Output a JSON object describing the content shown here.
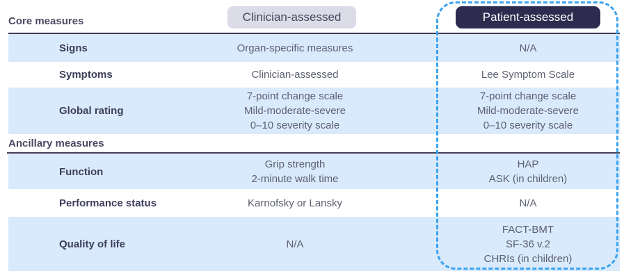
{
  "chart_data": {
    "type": "table",
    "column_headers": [
      "Clinician-assessed",
      "Patient-assessed"
    ],
    "sections": [
      {
        "header": "Core measures",
        "rows": [
          {
            "label": "Signs",
            "clinician": [
              "Organ-specific measures"
            ],
            "patient": [
              "N/A"
            ]
          },
          {
            "label": "Symptoms",
            "clinician": [
              "Clinician-assessed"
            ],
            "patient": [
              "Lee Symptom Scale"
            ]
          },
          {
            "label": "Global rating",
            "clinician": [
              "7-point change scale",
              "Mild-moderate-severe",
              "0–10 severity scale"
            ],
            "patient": [
              "7-point change scale",
              "Mild-moderate-severe",
              "0–10 severity scale"
            ]
          }
        ]
      },
      {
        "header": "Ancillary measures",
        "rows": [
          {
            "label": "Function",
            "clinician": [
              "Grip strength",
              "2-minute walk time"
            ],
            "patient": [
              "HAP",
              "ASK (in children)"
            ]
          },
          {
            "label": "Performance status",
            "clinician": [
              "Karnofsky or Lansky"
            ],
            "patient": [
              "N/A"
            ]
          },
          {
            "label": "Quality of life",
            "clinician": [
              "N/A"
            ],
            "patient": [
              "FACT-BMT",
              "SF-36 v.2",
              "CHRIs (in children)"
            ]
          }
        ]
      }
    ],
    "highlight": {
      "column": "Patient-assessed",
      "style": "dashed-blue-rounded-outline"
    },
    "layout_hints": {
      "grid": "off",
      "legend": "none",
      "alternating_row_highlight": true
    }
  },
  "colors": {
    "row_highlight": "#d9eafc",
    "dashed_outline": "#3ba3f0",
    "patient_pill_bg": "#2d2c4f",
    "patient_pill_text": "#ffffff",
    "clinician_pill_bg": "#dcdce8",
    "clinician_pill_text": "#45455f",
    "rule": "#3d3c5a",
    "label_text": "#3e3e5c",
    "cell_text": "#5d6070"
  }
}
